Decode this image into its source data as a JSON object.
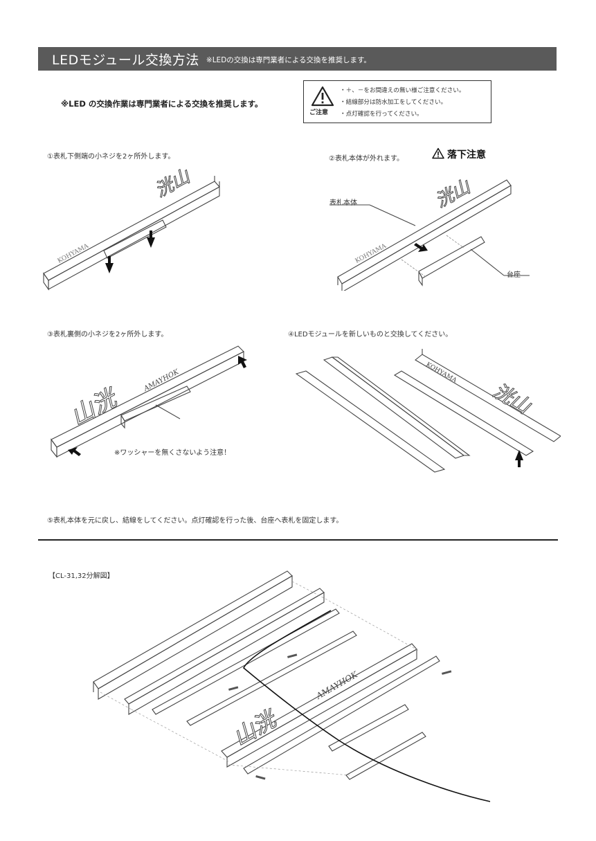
{
  "header": {
    "title": "LEDモジュール交換方法",
    "subtitle": "※LEDの交換は専門業者による交換を推奨します。"
  },
  "notice": "※LED の交換作業は専門業者による交換を推奨します。",
  "caution": {
    "label": "ご注意",
    "lines": [
      "・＋、－をお間違えの無い様ご注意ください。",
      "・結線部分は防水加工をしてください。",
      "・点灯確認を行ってください。"
    ]
  },
  "steps": {
    "s1": "①表札下側端の小ネジを2ヶ所外します。",
    "s2": "②表札本体が外れます。",
    "s2_warning": "落下注意",
    "s3": "③表札裏側の小ネジを2ヶ所外します。",
    "s4": "④LEDモジュールを新しいものと交換してください。",
    "s5": "⑤表札本体を元に戻し、結線をしてください。点灯確認を行った後、台座へ表札を固定します。"
  },
  "labels": {
    "body": "表札本体",
    "base": "台座",
    "washer_note": "※ワッシャーを無くさないよう注意！",
    "plate_text": "KOHYAMA",
    "plate_kanji": "洸山"
  },
  "diagram_title": "【CL-31,32分解図】",
  "colors": {
    "header_bg": "#5a5a5a",
    "rule": "#222222"
  }
}
